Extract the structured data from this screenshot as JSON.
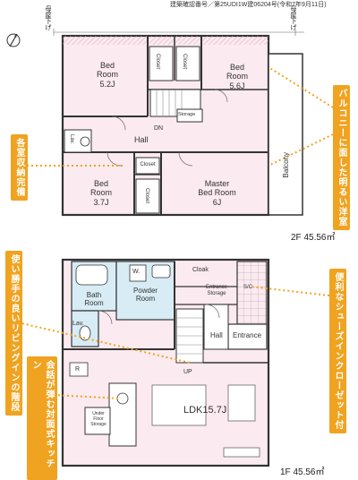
{
  "header": {
    "code_text": "建築確認番号／第25UDI1W建06204号(令和7年9月11日)"
  },
  "eave_labels": {
    "left": "母屋下げ",
    "right": "母屋下げ"
  },
  "second_floor": {
    "area_label": "2F 45.56㎡",
    "rooms": {
      "bed1": "Bed\nRoom\n5.2J",
      "bed2": "Bed\nRoom\n5.6J",
      "bed3": "Bed\nRoom\n3.7J",
      "master": "Master\nBed Room\n6J",
      "closet1": "Closet",
      "closet2": "Closet",
      "closet3": "Closet",
      "closet4": "Closet",
      "hall": "Hall",
      "lav": "Lav.",
      "dn": "DN",
      "storage": "Storage",
      "balcony": "Balcony"
    }
  },
  "first_floor": {
    "area_label": "1F 45.56㎡",
    "rooms": {
      "bath": "Bath\nRoom",
      "powder": "Powder\nRoom",
      "wm": "W.",
      "cloak": "Cloak",
      "entrance_storage": "Entrance\nStorage",
      "sic": "S/C",
      "lav": "Lav.",
      "hall": "Hall",
      "entrance": "Entrance",
      "up": "UP",
      "r": "R",
      "ldk": "LDK15.7J",
      "under_floor": "Under\nFloor\nStorage"
    }
  },
  "callouts": {
    "balcony_room": "バルコニーに面した明るい洋室",
    "storage_each": "各室収納完備",
    "shoes_closet": "便利なシューズインクローゼット付",
    "stairs": "使い勝手の良いリビングインの階段",
    "kitchen": "会話が弾む対面式キッチン"
  },
  "colors": {
    "callout_bg": "#f0a320",
    "floor_fill": "#fbeaf0",
    "wet_fill": "#d8ecf5",
    "wall": "#333333"
  }
}
